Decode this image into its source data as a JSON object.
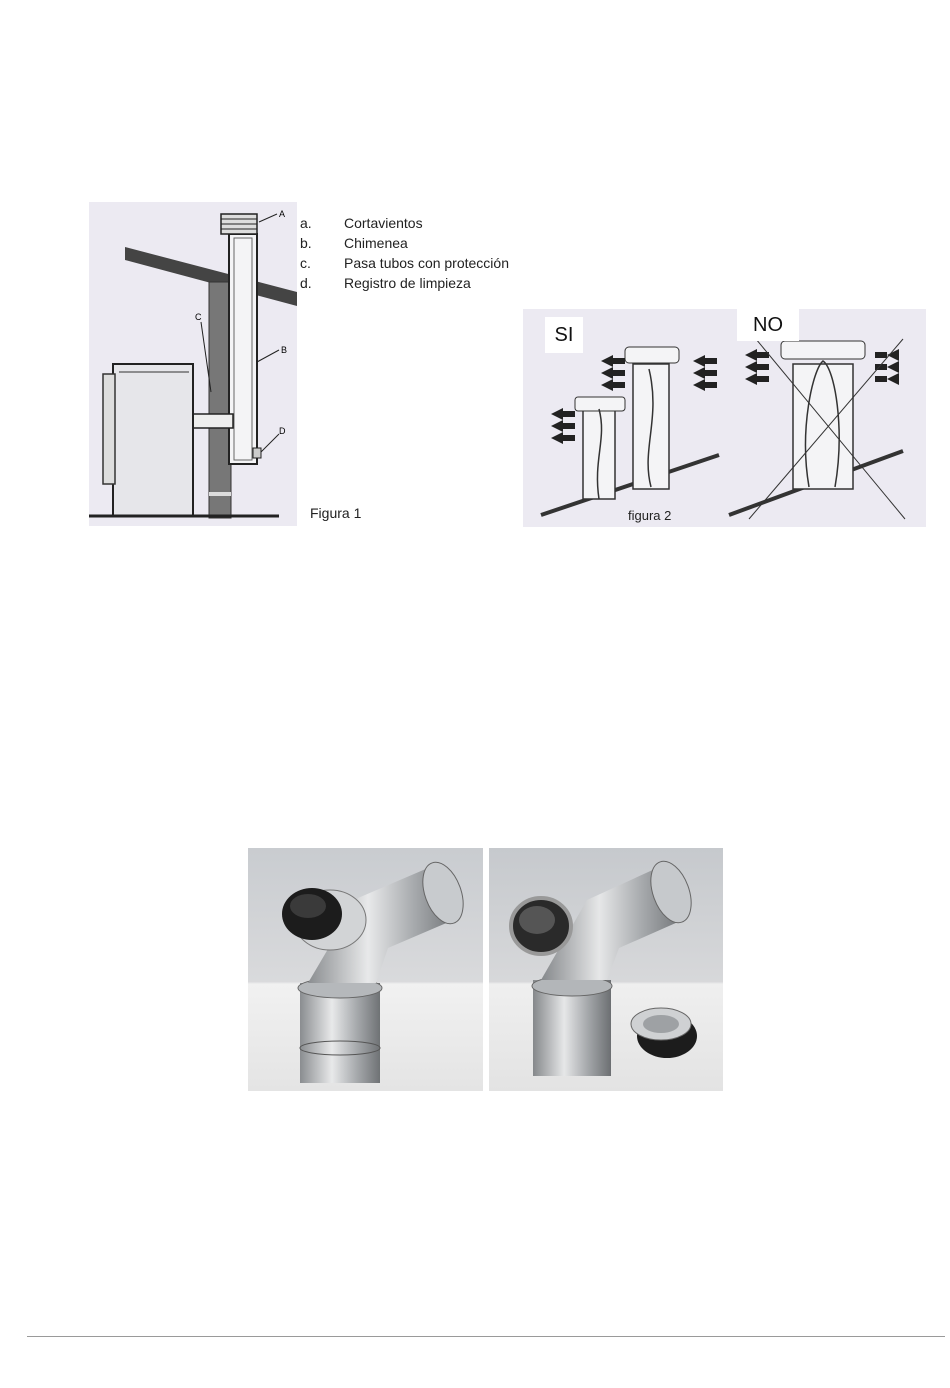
{
  "figure1": {
    "labels": {
      "A": "A",
      "B": "B",
      "C": "C",
      "D": "D"
    },
    "caption": "Figura 1"
  },
  "legend": [
    {
      "letter": "a.",
      "text": "Cortavientos"
    },
    {
      "letter": "b.",
      "text": "Chimenea"
    },
    {
      "letter": "c.",
      "text": "Pasa tubos con protección"
    },
    {
      "letter": "d.",
      "text": "Registro de limpieza"
    }
  ],
  "figure2": {
    "yes_label": "SI",
    "no_label": "NO",
    "caption": "figura 2"
  },
  "colors": {
    "figure_bg": "#eceaf2",
    "rule": "#9a9a9a",
    "steel": "#b9bcc0"
  }
}
